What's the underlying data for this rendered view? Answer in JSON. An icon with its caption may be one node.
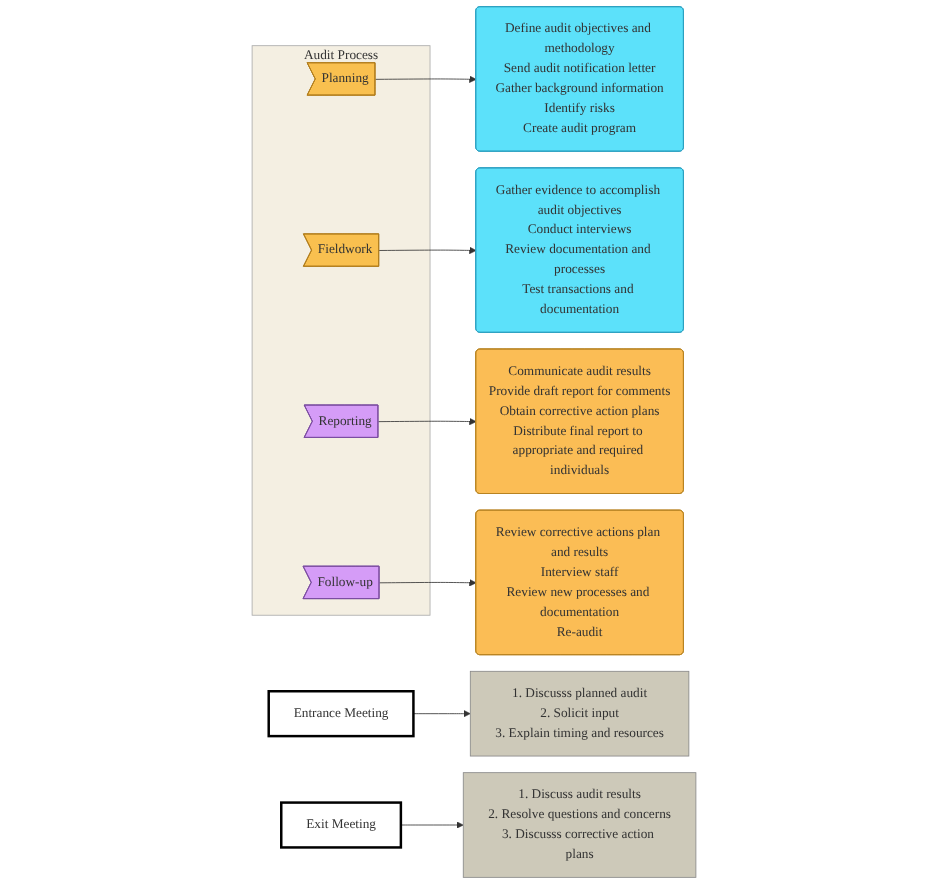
{
  "diagram": {
    "nodes": [
      {
        "text": [
          "Audit Process"
        ]
      },
      {
        "text": [
          "Planning"
        ],
        "in": 0
      },
      {
        "text": [
          "Define audit objectives and methodology",
          "Send audit notification letter",
          "Gather background information",
          "Identify risks",
          "Create audit program"
        ]
      },
      {
        "text": [
          "Entrance Meeting"
        ]
      },
      {
        "text": [
          "1. Discusss planned audit",
          "2. Solicit input",
          "3. Explain timing and resources"
        ]
      },
      {
        "text": [
          "Fieldwork"
        ],
        "in": 0
      },
      {
        "text": [
          "Gather evidence to accomplish audit objectives",
          "Conduct interviews",
          "Review documentation and processes",
          "Test transactions and documentation"
        ]
      },
      {
        "text": [
          "Exit Meeting"
        ]
      },
      {
        "text": [
          "1. Discuss audit results",
          "2. Resolve questions and concerns",
          "3. Discusss corrective action plans"
        ]
      },
      {
        "text": [
          "Reporting"
        ],
        "in": 0
      },
      {
        "text": [
          "Communicate audit results",
          "Provide draft report for comments",
          "Obtain corrective action plans",
          "Distribute final report to appropriate and required individuals"
        ]
      },
      {
        "text": [
          "Follow-up"
        ],
        "in": 0
      },
      {
        "text": [
          "Review corrective actions plan and results",
          "Interview staff",
          "Review new processes and documentation",
          "Re-audit"
        ]
      }
    ],
    "edges": [
      {
        "from": 1,
        "to": 2,
        "arrow": "to"
      },
      {
        "from": 3,
        "to": 4,
        "arrow": "to"
      },
      {
        "from": 5,
        "to": 6,
        "arrow": "to"
      },
      {
        "from": 7,
        "to": 8,
        "arrow": "to"
      },
      {
        "from": 9,
        "to": 10,
        "arrow": "to"
      },
      {
        "from": 11,
        "to": 12,
        "arrow": "to"
      }
    ]
  }
}
